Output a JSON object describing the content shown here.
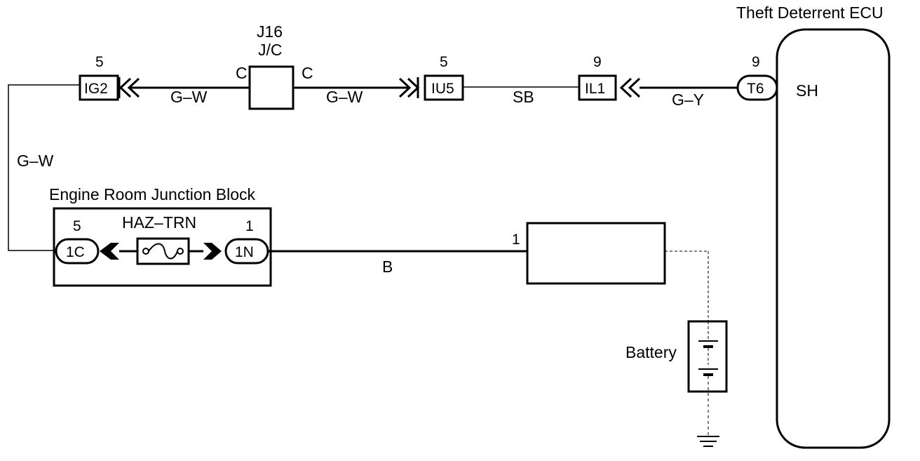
{
  "ecu": {
    "title": "Theft Deterrent ECU",
    "terminal_label": "SH",
    "connector": "T6",
    "pin": "9"
  },
  "connector_il1": {
    "label": "IL1",
    "pin": "9"
  },
  "connector_iu5": {
    "label": "IU5",
    "pin": "5"
  },
  "connector_ig2": {
    "label": "IG2",
    "pin": "5"
  },
  "junction_connector": {
    "id": "J16",
    "type": "J/C",
    "left_pin": "C",
    "right_pin": "C"
  },
  "wires": {
    "ecu_to_il1": "G–Y",
    "il1_to_iu5": "SB",
    "jc_to_iu5": "G–W",
    "ig2_to_jc": "G–W",
    "vertical_left": "G–W",
    "battery_line": "B"
  },
  "junction_block": {
    "title": "Engine Room Junction Block",
    "fuse": "HAZ–TRN",
    "left_connector": "1C",
    "left_pin": "5",
    "right_connector": "1N",
    "right_pin": "1"
  },
  "fusible_link_pin": "1",
  "battery": {
    "label": "Battery"
  }
}
